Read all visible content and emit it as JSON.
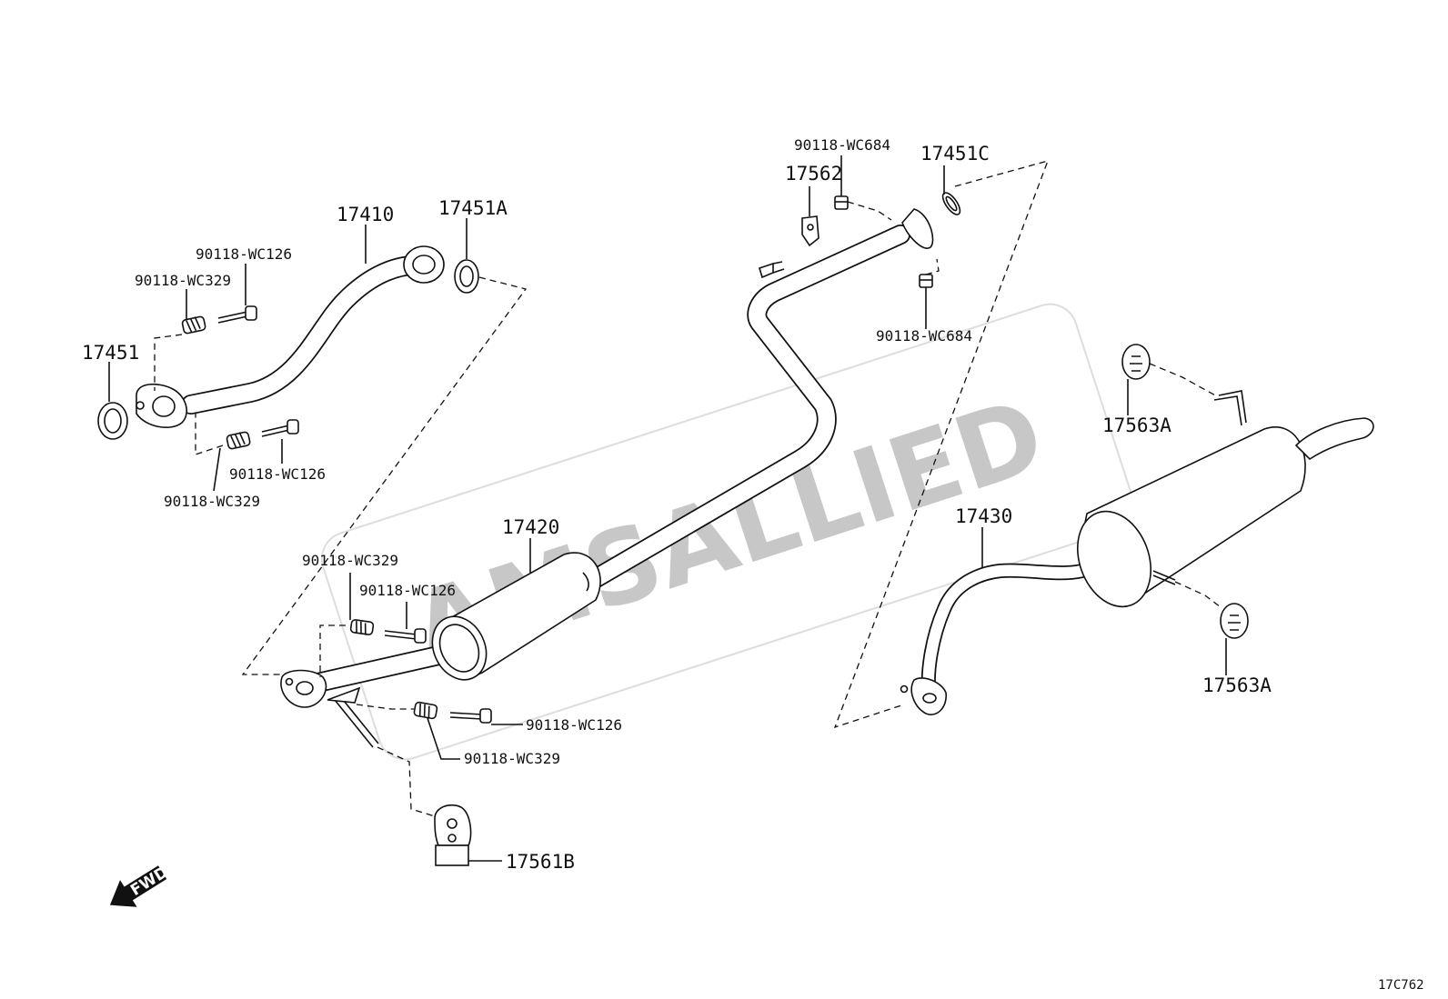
{
  "watermark": "AMSALLIED",
  "diagram_ref": "17C762",
  "direction_label": "FWD",
  "parts": {
    "front_pipe": "17410",
    "front_gasket": "17451",
    "gasket_a": "17451A",
    "center_pipe": "17420",
    "tail_pipe": "17430",
    "gasket_c": "17451C",
    "hanger_support": "17562",
    "hanger_b": "17561B",
    "hanger_a_upper": "17563A",
    "hanger_a_lower": "17563A"
  },
  "fasteners": {
    "bolt_a_upper": "90118-WC126",
    "spring_a_upper": "90118-WC329",
    "bolt_a_lower": "90118-WC126",
    "spring_a_lower": "90118-WC329",
    "spring_b_upper": "90118-WC329",
    "bolt_b_upper": "90118-WC126",
    "bolt_b_lower": "90118-WC126",
    "spring_b_lower": "90118-WC329",
    "nut_upper": "90118-WC684",
    "nut_lower": "90118-WC684"
  }
}
